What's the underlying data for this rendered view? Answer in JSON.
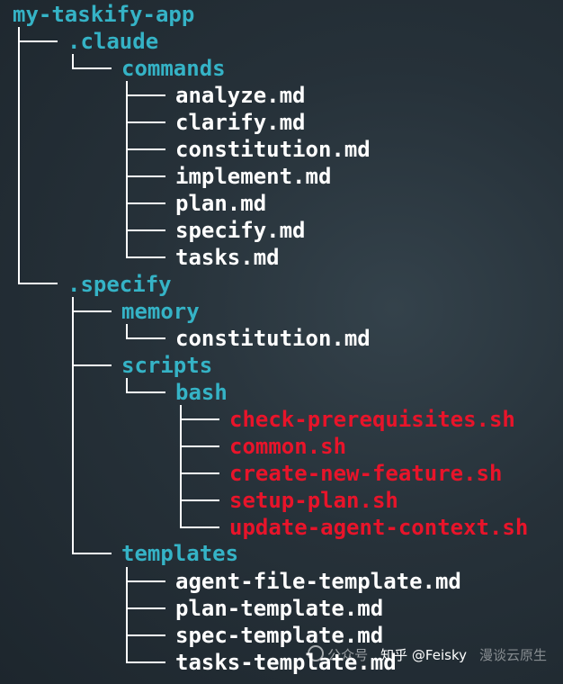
{
  "tree": {
    "root": "my-taskify-app",
    "claude_dir": ".claude",
    "commands_dir": "commands",
    "commands_files": [
      "analyze.md",
      "clarify.md",
      "constitution.md",
      "implement.md",
      "plan.md",
      "specify.md",
      "tasks.md"
    ],
    "specify_dir": ".specify",
    "memory_dir": "memory",
    "memory_files": [
      "constitution.md"
    ],
    "scripts_dir": "scripts",
    "bash_dir": "bash",
    "bash_files": [
      "check-prerequisites.sh",
      "common.sh",
      "create-new-feature.sh",
      "setup-plan.sh",
      "update-agent-context.sh"
    ],
    "templates_dir": "templates",
    "templates_files": [
      "agent-file-template.md",
      "plan-template.md",
      "spec-template.md",
      "tasks-template.md"
    ]
  },
  "colors": {
    "directory": "#35b3c6",
    "file": "#ffffff",
    "script": "#e8142a",
    "background": "#263139"
  },
  "watermark": {
    "left": "公众号",
    "middle": "知乎 @Feisky",
    "right": "漫谈云原生"
  }
}
